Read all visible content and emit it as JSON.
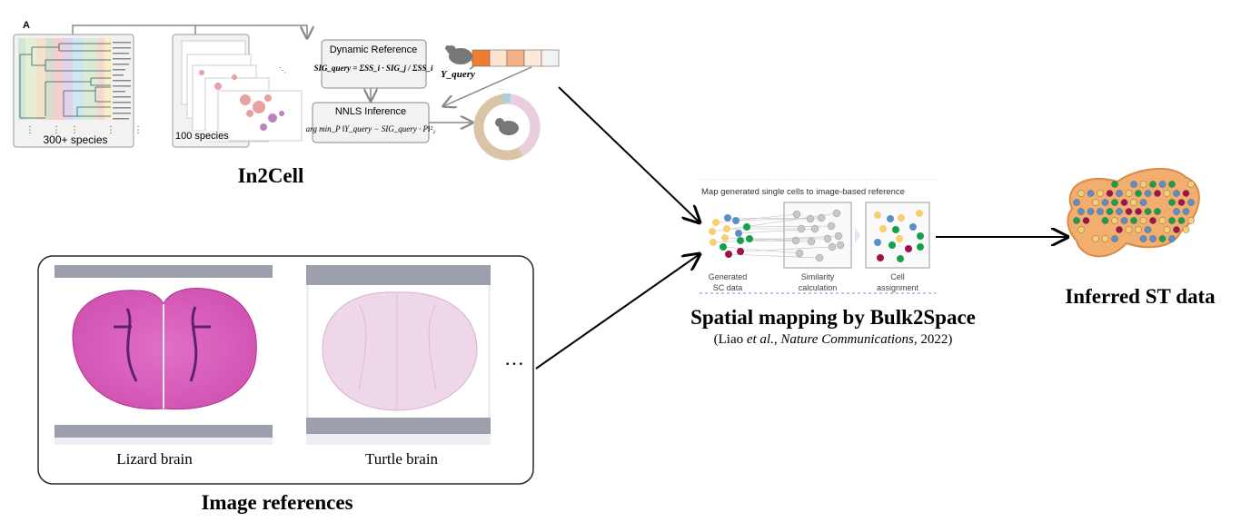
{
  "in2cell": {
    "panel_label": "A",
    "tree_caption": "300+ species",
    "umap_caption": "100 species",
    "dynamic_reference": {
      "title": "Dynamic Reference",
      "formula": "SIG_query = ΣSS_i · SIG_j / ΣSS_i"
    },
    "nnls": {
      "title": "NNLS Inference",
      "formula": "arg min_P ‖Y_query − SIG_query · P‖²₂"
    },
    "y_query_label": "Y_query",
    "y_query_colors": [
      "#ef7d2e",
      "#fde3d2",
      "#f6b083",
      "#fde8dc",
      "#f2f2f2"
    ],
    "donut_colors": [
      "#d9c4a6",
      "#ebcde0"
    ],
    "title": "In2Cell"
  },
  "image_references": {
    "title": "Image references",
    "items": [
      {
        "label": "Lizard brain"
      },
      {
        "label": "Turtle brain"
      }
    ],
    "more": "…"
  },
  "bulk2space": {
    "header": "Map generated single cells to image-based reference",
    "steps": [
      {
        "label1": "Generated",
        "label2": "SC data"
      },
      {
        "label1": "Similarity",
        "label2": "calculation"
      },
      {
        "label1": "Cell",
        "label2": "assignment"
      }
    ],
    "title": "Spatial mapping by Bulk2Space",
    "citation_pre": "(Liao ",
    "citation_etal": "et al.",
    "citation_mid": ", ",
    "citation_journal": "Nature Communications",
    "citation_year": ", 2022)",
    "cell_colors": {
      "yellow": "#f7cf72",
      "blue": "#5b8fc9",
      "green": "#17a04c",
      "crimson": "#a0124a",
      "gray": "#c8c8c8"
    }
  },
  "output": {
    "title": "Inferred ST data"
  }
}
